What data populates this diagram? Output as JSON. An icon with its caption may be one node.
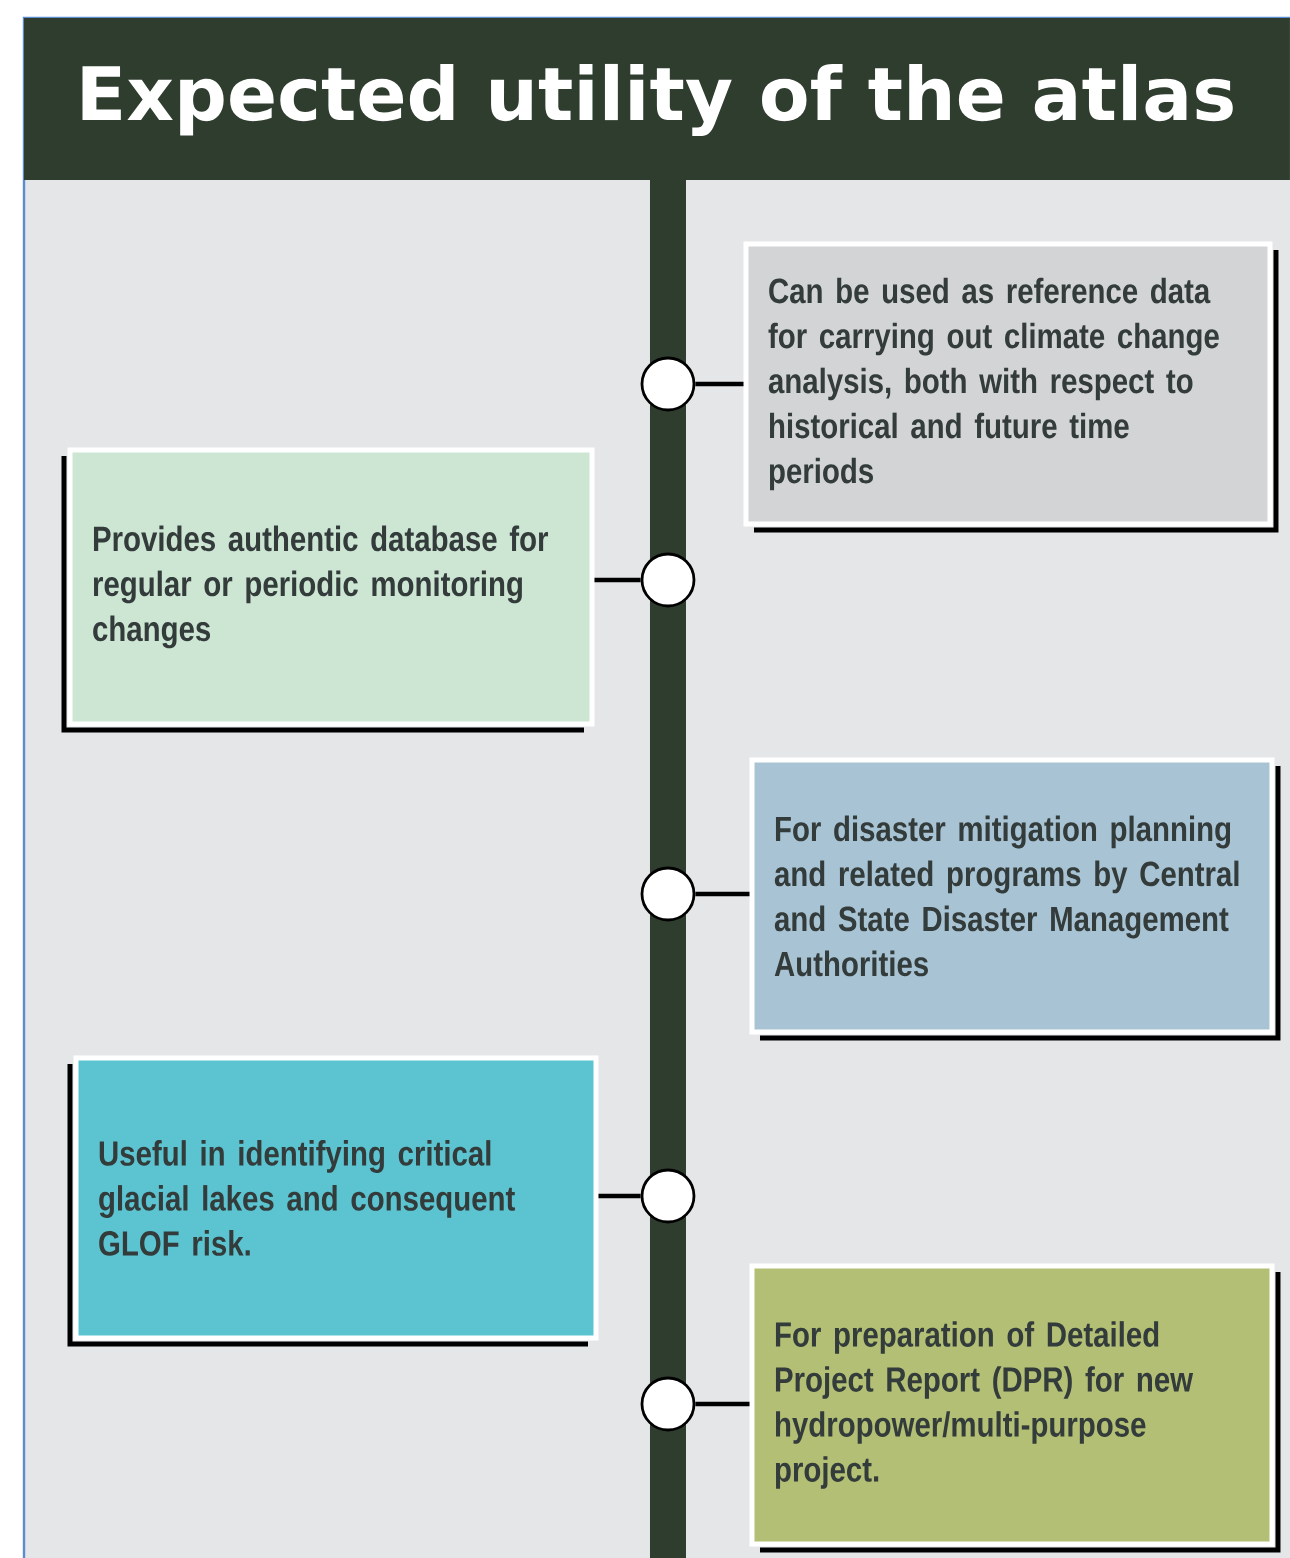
{
  "diagram": {
    "title": "Expected utility of the atlas",
    "nodes": [
      {
        "text": [
          "Can be used as reference data for carrying out climate change analysis, both with respect to historical and future time periods"
        ]
      },
      {
        "text": [
          "Provides authentic database for regular or periodic monitoring changes"
        ]
      },
      {
        "text": [
          "For disaster mitigation planning and related programs by Central and State Disaster Management Authorities"
        ]
      },
      {
        "text": [
          "Useful in identifying critical glacial lakes and consequent GLOF risk."
        ]
      },
      {
        "text": [
          "For preparation of Detailed Project Report (DPR) for new hydropower/multi-purpose project."
        ]
      },
      {
        "text": [],
        "shape": "circle"
      },
      {
        "text": [],
        "shape": "circle"
      },
      {
        "text": [],
        "shape": "circle"
      },
      {
        "text": [],
        "shape": "circle"
      },
      {
        "text": [],
        "shape": "circle"
      },
      {
        "text": [],
        "shape": "bar"
      }
    ],
    "edges": [
      {
        "from": 5,
        "to": 0,
        "arrow": "none"
      },
      {
        "from": 6,
        "to": 1,
        "arrow": "none"
      },
      {
        "from": 7,
        "to": 2,
        "arrow": "none"
      },
      {
        "from": 8,
        "to": 3,
        "arrow": "none"
      },
      {
        "from": 9,
        "to": 4,
        "arrow": "none"
      }
    ]
  }
}
